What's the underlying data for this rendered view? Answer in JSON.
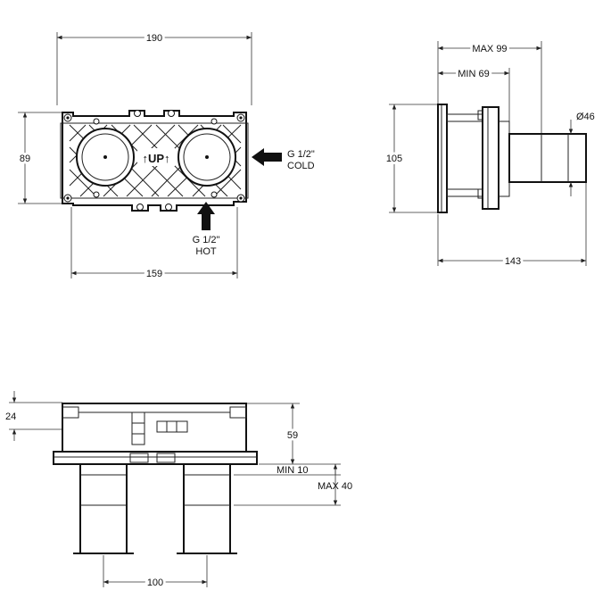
{
  "front_view": {
    "width_label": "190",
    "height_label": "89",
    "bottom_label": "159",
    "logo_text": "↑UP↑",
    "cold_line1": "G 1/2\"",
    "cold_line2": "COLD",
    "hot_line1": "G 1/2\"",
    "hot_line2": "HOT"
  },
  "side_view": {
    "max_label": "MAX 99",
    "min_label": "MIN 69",
    "diameter_label": "Ø46",
    "height_label": "105",
    "length_label": "143"
  },
  "top_view": {
    "left_label": "24",
    "height_label": "59",
    "min_label": "MIN 10",
    "max_label": "MAX 40",
    "spacing_label": "100"
  }
}
